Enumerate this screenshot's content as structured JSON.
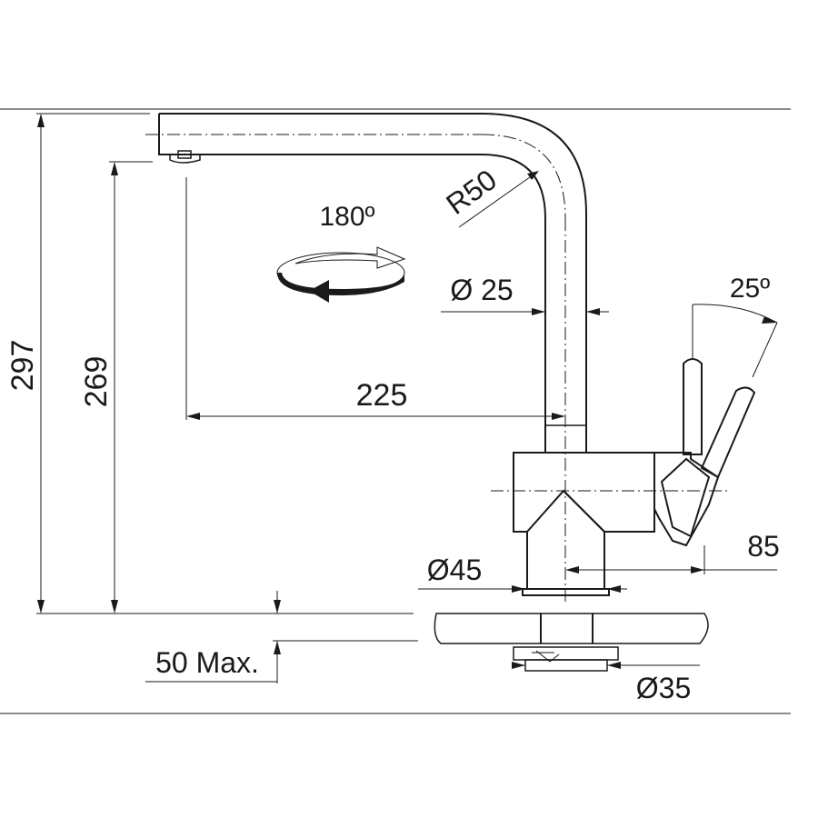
{
  "dimensions": {
    "total_height": "297",
    "spout_height": "269",
    "spout_reach": "225",
    "bend_radius": "R50",
    "rotation": "180º",
    "spout_diameter": "Ø 25",
    "lever_angle": "25º",
    "lever_offset": "85",
    "base_diameter": "Ø45",
    "hole_diameter": "Ø35",
    "countertop_thickness": "50 Max."
  },
  "colors": {
    "line": "#1a1a1a",
    "countertop_fill": "#d9d9d9",
    "background": "#ffffff"
  }
}
